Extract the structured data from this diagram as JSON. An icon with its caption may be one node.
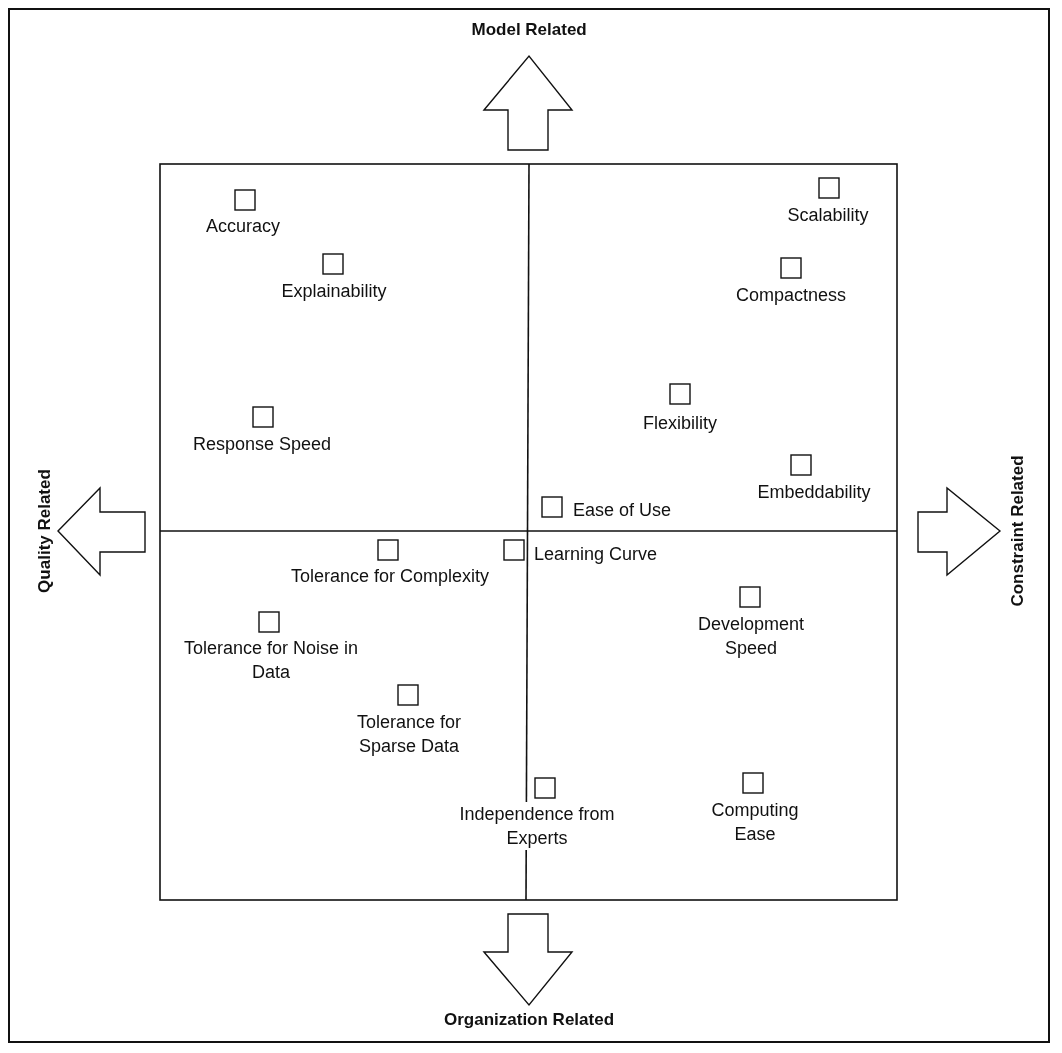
{
  "diagram": {
    "labels": [
      "Model Related",
      "Accuracy",
      "Scalability",
      "Explainability",
      "Compactness",
      "Flexibility",
      "Response Speed",
      "Quality Related",
      "Constraint Related",
      "Embeddability",
      "Ease of Use",
      "Tolerance for Complexity",
      "Learning Curve",
      "Tolerance for Noise in Data",
      "Development Speed",
      "Tolerance for Sparse Data",
      "Independence from Experts",
      "Computing Ease",
      "Organization Related"
    ]
  }
}
